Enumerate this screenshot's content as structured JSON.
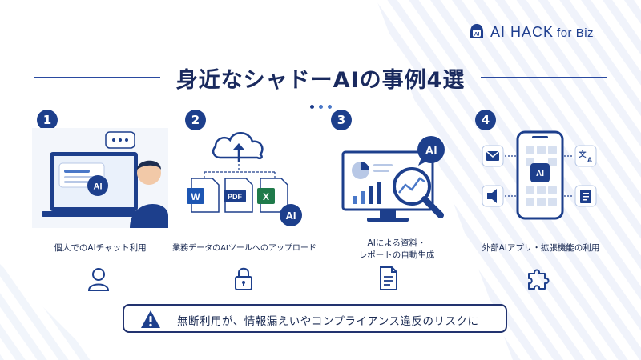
{
  "brand": {
    "name": "AI HACK",
    "suffix": "for Biz",
    "logo_badge": "AI"
  },
  "title": "身近なシャドーAIの事例4選",
  "colors": {
    "navy": "#1d3f8c",
    "accent_blue": "#4a78c8",
    "text": "#1a2a52"
  },
  "cases": [
    {
      "number": "1",
      "label": "個人でのAIチャット利用",
      "illustration_badge": "AI",
      "illustration": "laptop-chat-person",
      "icon": "person-icon"
    },
    {
      "number": "2",
      "label": "業務データのAIツールへのアップロード",
      "file_labels": [
        "W",
        "PDF",
        "X"
      ],
      "illustration_badge": "AI",
      "illustration": "cloud-upload-files",
      "icon": "lock-icon"
    },
    {
      "number": "3",
      "label_lines": [
        "AIによる資料・",
        "レポートの自動生成"
      ],
      "illustration_badge": "AI",
      "illustration": "monitor-report-magnifier",
      "icon": "document-icon"
    },
    {
      "number": "4",
      "label": "外部AIアプリ・拡張機能の利用",
      "illustration_badge": "AI",
      "illustration": "smartphone-apps",
      "icon": "puzzle-icon"
    }
  ],
  "warning": {
    "text": "無断利用が、情報漏えいやコンプライアンス違反のリスクに",
    "icon": "warning-icon"
  }
}
